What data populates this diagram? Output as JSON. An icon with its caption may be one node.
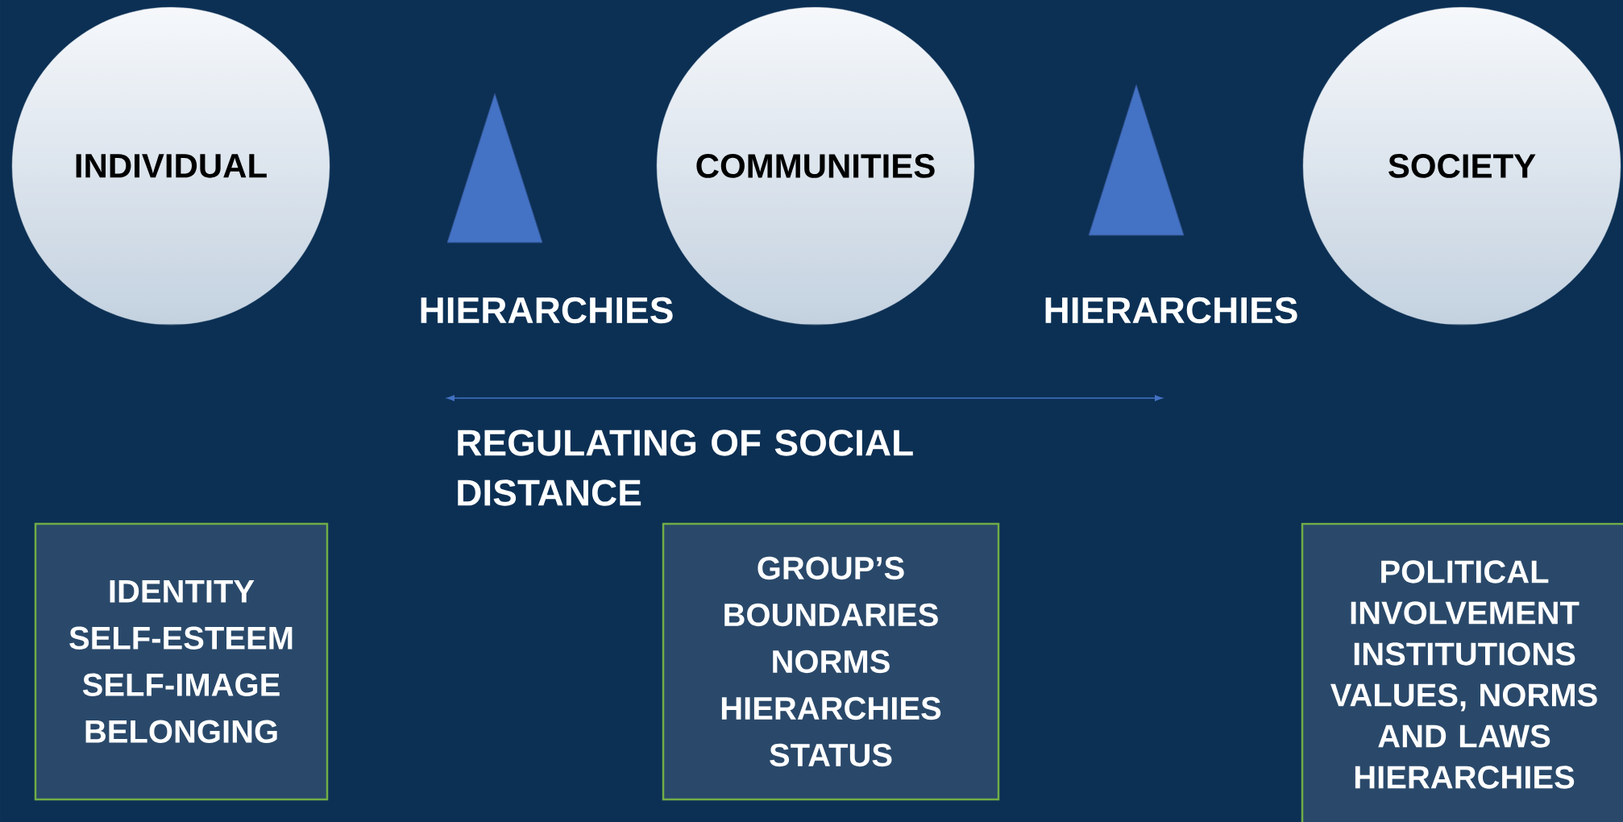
{
  "diagram": {
    "nodes": [
      {
        "text": [
          "INDIVIDUAL"
        ]
      },
      {
        "text": [],
        "shape": "triangle"
      },
      {
        "text": [
          "COMMUNITIES"
        ]
      },
      {
        "text": [],
        "shape": "triangle"
      },
      {
        "text": [
          "SOCIETY"
        ]
      },
      {
        "text": [
          "IDENTITY",
          "SELF-ESTEEM",
          "SELF-IMAGE",
          "BELONGING"
        ]
      },
      {
        "text": [
          "GROUP’S BOUNDARIES",
          "NORMS",
          "HIERARCHIES",
          "STATUS"
        ]
      },
      {
        "text": [
          "POLITICAL INVOLVEMENT",
          "INSTITUTIONS",
          "VALUES, NORMS AND LAWS",
          "HIERARCHIES"
        ]
      }
    ],
    "edges": [],
    "labels": [
      "HIERARCHIES",
      "HIERARCHIES",
      "REGULATING OF SOCIAL DISTANCE"
    ]
  }
}
